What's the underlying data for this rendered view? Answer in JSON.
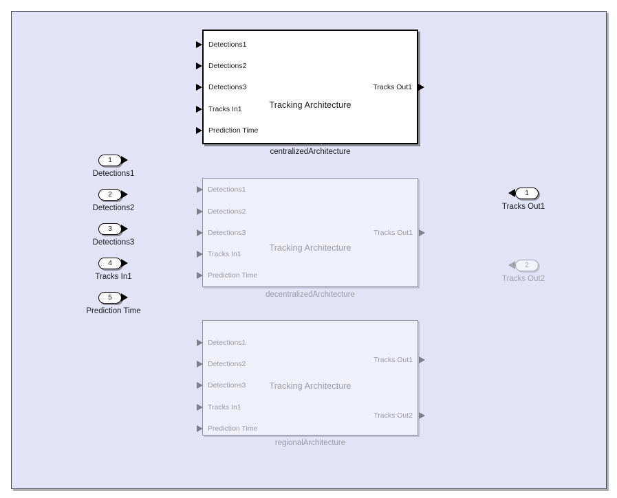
{
  "canvas": {
    "background_color": "#e3e3f7",
    "border_color": "#4a4a55"
  },
  "theme": {
    "active_text": "#1a1a1a",
    "inactive_text": "#9a9aa6",
    "active_block_fill": "#ffffff",
    "inactive_block_fill": "#eff0fa",
    "inactive_border": "#8f8f9e"
  },
  "inports": [
    {
      "number": "1",
      "label": "Detections1"
    },
    {
      "number": "2",
      "label": "Detections2"
    },
    {
      "number": "3",
      "label": "Detections3"
    },
    {
      "number": "4",
      "label": "Tracks In1"
    },
    {
      "number": "5",
      "label": "Prediction Time"
    }
  ],
  "outports": [
    {
      "number": "1",
      "label": "Tracks Out1",
      "state": "active"
    },
    {
      "number": "2",
      "label": "Tracks Out2",
      "state": "inactive"
    }
  ],
  "blocks": [
    {
      "caption": "centralizedArchitecture",
      "center_label": "Tracking Architecture",
      "state": "active",
      "inputs": [
        "Detections1",
        "Detections2",
        "Detections3",
        "Tracks In1",
        "Prediction Time"
      ],
      "outputs": [
        "Tracks Out1"
      ]
    },
    {
      "caption": "decentralizedArchitecture",
      "center_label": "Tracking Architecture",
      "state": "inactive",
      "inputs": [
        "Detections1",
        "Detections2",
        "Detections3",
        "Tracks In1",
        "Prediction Time"
      ],
      "outputs": [
        "Tracks Out1"
      ]
    },
    {
      "caption": "regionalArchitecture",
      "center_label": "Tracking Architecture",
      "state": "inactive",
      "inputs": [
        "Detections1",
        "Detections2",
        "Detections3",
        "Tracks In1",
        "Prediction Time"
      ],
      "outputs": [
        "Tracks Out1",
        "Tracks Out2"
      ]
    }
  ]
}
